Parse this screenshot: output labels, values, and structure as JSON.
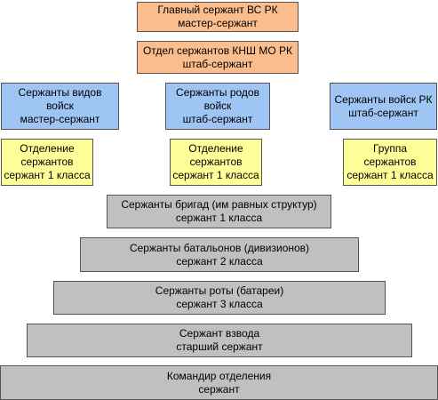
{
  "colors": {
    "orange": "#fbbd8c",
    "blue": "#9ec5f4",
    "yellow": "#ffff99",
    "gray": "#c0c0c0",
    "border": "#555555"
  },
  "nodes": {
    "chief": {
      "line1": "Главный сержант ВС РК",
      "line2": "мастер-сержант"
    },
    "dept": {
      "line1": "Отдел сержантов КНШ МО РК",
      "line2": "штаб-сержант"
    },
    "service_branches": {
      "line1": "Сержанты видов",
      "line2": "войск",
      "line3": "мастер-сержант"
    },
    "combat_arms": {
      "line1": "Сержанты родов",
      "line2": "войск",
      "line3": "штаб-сержант"
    },
    "rk_troops": {
      "line1": "Сержанты войск РК",
      "line2": "штаб-сержант"
    },
    "section_left": {
      "line1": "Отделение",
      "line2": "сержантов",
      "line3": "сержант 1 класса"
    },
    "section_mid": {
      "line1": "Отделение",
      "line2": "сержантов",
      "line3": "сержант 1 класса"
    },
    "group_right": {
      "line1": "Группа",
      "line2": "сержантов",
      "line3": "сержант 1 класса"
    },
    "brigade": {
      "line1": "Сержанты бригад (им равных структур)",
      "line2": "сержант 1 класса"
    },
    "battalion": {
      "line1": "Сержанты батальонов (дивизионов)",
      "line2": "сержант 2 класса"
    },
    "company": {
      "line1": "Сержанты роты (батареи)",
      "line2": "сержант 3 класса"
    },
    "platoon": {
      "line1": "Сержант взвода",
      "line2": "старший сержант"
    },
    "squad": {
      "line1": "Командир отделения",
      "line2": "сержант"
    }
  }
}
